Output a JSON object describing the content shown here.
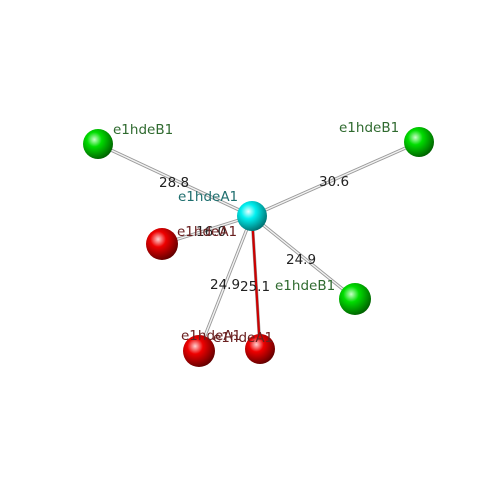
{
  "colors": {
    "center": "#00e5e5",
    "green": "#00cc00",
    "red": "#e00000",
    "bond": "#c8c8c8",
    "bond_highlight": "#cc0000",
    "center_label": "#1f6f6f",
    "green_label": "#2f6a2f",
    "red_label": "#6a2020",
    "distance_label": "#222222"
  },
  "nodes": [
    {
      "id": "center",
      "label": "e1hdeA1",
      "color": "cyan"
    },
    {
      "id": "g1",
      "label": "e1hdeB1",
      "color": "green"
    },
    {
      "id": "g2",
      "label": "e1hdeB1",
      "color": "green"
    },
    {
      "id": "g3",
      "label": "e1hdeB1",
      "color": "green"
    },
    {
      "id": "r1",
      "label": "e1hdeA1",
      "color": "red"
    },
    {
      "id": "r2",
      "label": "e1hdeA1",
      "color": "red"
    },
    {
      "id": "r3",
      "label": "e1hdeA1",
      "color": "red"
    }
  ],
  "edges": [
    {
      "from": "center",
      "to": "g1",
      "distance": "28.8"
    },
    {
      "from": "center",
      "to": "g2",
      "distance": "30.6"
    },
    {
      "from": "center",
      "to": "g3",
      "distance": "24.9"
    },
    {
      "from": "center",
      "to": "r1",
      "distance": "16.0"
    },
    {
      "from": "center",
      "to": "r2",
      "distance": "24.9"
    },
    {
      "from": "center",
      "to": "r3",
      "distance": "25.1",
      "highlight": true
    }
  ]
}
